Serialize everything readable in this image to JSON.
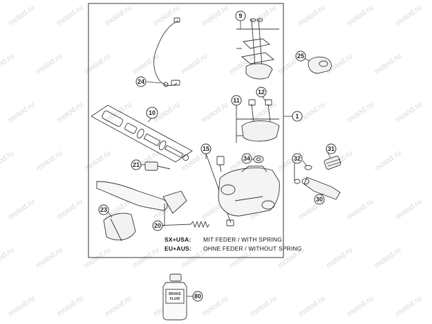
{
  "watermark": "motod.ru",
  "callouts": {
    "c1": "1",
    "c9": "9",
    "c10": "10",
    "c11": "11",
    "c12": "12",
    "c15": "15",
    "c20": "20",
    "c21": "21",
    "c23": "23",
    "c24": "24",
    "c25": "25",
    "c30": "30",
    "c31": "31",
    "c32": "32",
    "c34": "34",
    "c80": "80"
  },
  "legend": {
    "line1_key": "SX+USA:",
    "line1_text": "MIT FEDER / WITH SPRING",
    "line2_key": "EU+AUS:",
    "line2_text": "OHNE FEDER / WITHOUT SPRING"
  },
  "bottle_label": {
    "line1": "BRAKE",
    "line2": "FLUID"
  }
}
